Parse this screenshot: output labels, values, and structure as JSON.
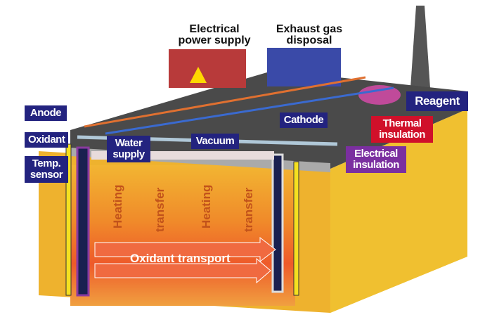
{
  "top_labels": {
    "power": "Electrical power supply",
    "exhaust": "Exhaust gas disposal"
  },
  "labels": {
    "anode": "Anode",
    "oxidant": "Oxidant",
    "temp_sensor": "Temp. sensor",
    "water_supply": "Water supply",
    "vacuum": "Vacuum",
    "cathode": "Cathode",
    "reagent": "Reagent",
    "thermal_insulation": "Thermal insulation",
    "electrical_insulation": "Electrical insulation"
  },
  "process": {
    "heating_1": "Heating",
    "transfer_1": "transfer",
    "heating_2": "Heating",
    "transfer_2": "transfer",
    "oxidant_transport": "Oxidant transport"
  },
  "colors": {
    "label_navy": "#23237f",
    "label_red": "#d0102a",
    "label_purple": "#7b2fa0",
    "ground": "#f0b830",
    "top": "#4a4a4a"
  }
}
